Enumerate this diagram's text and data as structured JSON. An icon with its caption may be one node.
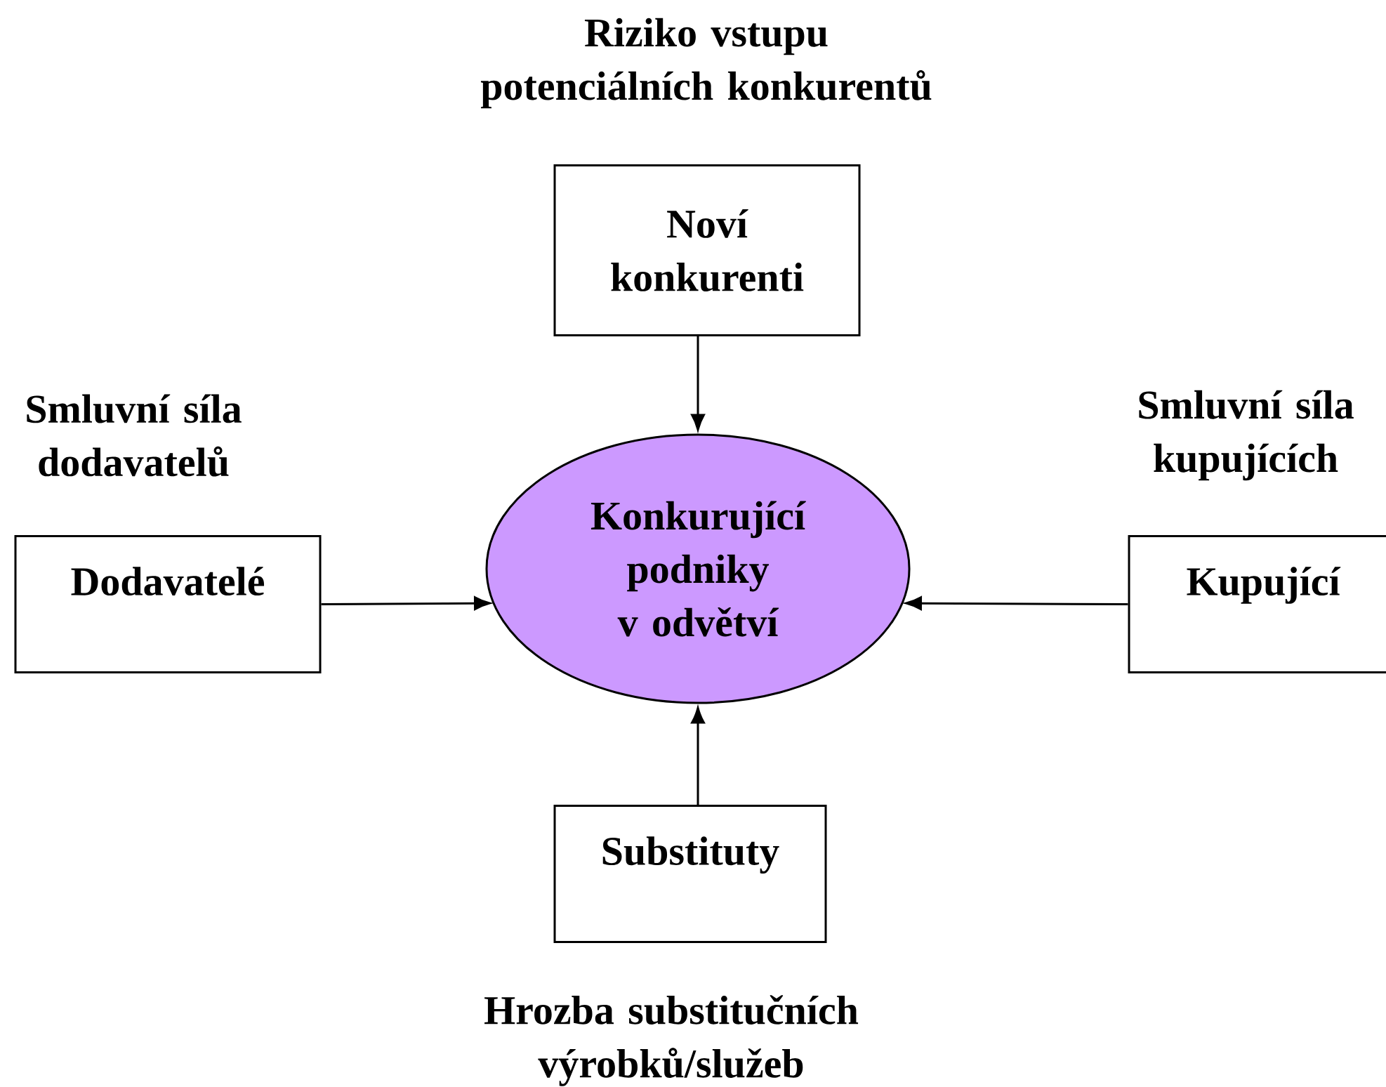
{
  "diagram": {
    "nodes": [
      {
        "text": [
          "Noví konkurenti"
        ],
        "beside": [
          "Riziko vstupu potenciálních konkurentů"
        ]
      },
      {
        "text": [
          "Dodavatelé"
        ],
        "beside": [
          "Smluvní síla dodavatelů"
        ]
      },
      {
        "text": [
          "Konkurující podniky v odvětví"
        ]
      },
      {
        "text": [
          "Kupující"
        ],
        "beside": [
          "Smluvní síla kupujících"
        ]
      },
      {
        "text": [
          "Substituty"
        ],
        "beside": [
          "Hrozba substitučních výrobků/služeb"
        ]
      }
    ],
    "edges": [
      {
        "from": 0,
        "to": 2,
        "arrow": "to"
      },
      {
        "from": 1,
        "to": 2,
        "arrow": "to"
      },
      {
        "from": 3,
        "to": 2,
        "arrow": "to"
      },
      {
        "from": 4,
        "to": 2,
        "arrow": "to"
      }
    ]
  }
}
